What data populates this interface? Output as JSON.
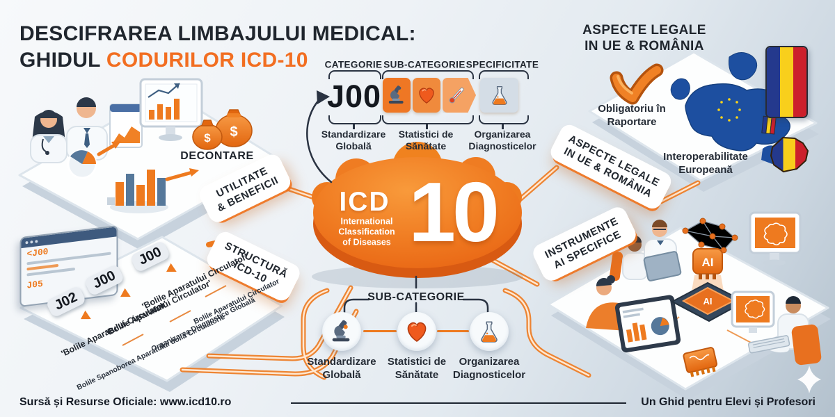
{
  "title": {
    "line1": "DESCIFRAREA LIMBAJULUI MEDICAL:",
    "line2_prefix": "GHIDUL ",
    "line2_highlight": "CODURILOR ICD-10"
  },
  "code_breakdown": {
    "code": "J00",
    "columns": [
      {
        "label": "CATEGORIE",
        "caption_line1": "Standardizare",
        "caption_line2": "Globală"
      },
      {
        "label": "SUB-CATEGORIE",
        "caption_line1": "Statistici de",
        "caption_line2": "Sănătate"
      },
      {
        "label": "SPECIFICITATE",
        "caption_line1": "Organizarea",
        "caption_line2": "Diagnosticelor"
      }
    ]
  },
  "legal": {
    "heading_line1": "ASPECTE LEGALE",
    "heading_line2": "IN UE & ROMÂNIA",
    "check_caption_line1": "Obligatoriu în",
    "check_caption_line2": "Raportare",
    "map_caption_line1": "Interoperabilitate",
    "map_caption_line2": "Europeană"
  },
  "center": {
    "icd": "ICD",
    "ten": "10",
    "sub1": "International",
    "sub2": "Classification",
    "sub3": "of Diseases"
  },
  "ribbons": {
    "utilitate_line1": "UTILITATE",
    "utilitate_line2": "& BENEFICII",
    "structura_line1": "STRUCTURĂ",
    "structura_line2": "ICD-10",
    "aspecte_line1": "ASPECTE LEGALE",
    "aspecte_line2": "IN UE & ROMÂNIA",
    "instrumente_line1": "INSTRUMENTE",
    "instrumente_line2": "AI SPECIFICE"
  },
  "decontare_label": "DECONTARE",
  "money_symbol": "$",
  "structure": {
    "browser_line1": "<J00",
    "browser_line2": "J05",
    "rows": [
      {
        "code": "J00",
        "label": "'Bolile Aparatului Circulator'",
        "sub": "Bolile Aparatului Circulator"
      },
      {
        "code": "J00",
        "label": "'Bolile Aparatului Circulator'",
        "sub": "Organizarea Diagnostice Globală"
      },
      {
        "code": "J02",
        "label": "'Bolile Aparatului Circulator'",
        "sub": "Bolile Spanoborea Aparatului doila Circulatorie"
      }
    ]
  },
  "subcategory": {
    "heading": "SUB-CATEGORIE",
    "items": [
      {
        "icon": "microscope-icon",
        "caption_line1": "Standardizare",
        "caption_line2": "Globală"
      },
      {
        "icon": "heart-icon",
        "caption_line1": "Statistici de",
        "caption_line2": "Sănătate"
      },
      {
        "icon": "flask-icon",
        "caption_line1": "Organizarea",
        "caption_line2": "Diagnosticelor"
      }
    ]
  },
  "ai": {
    "floating_chip_label": "AI",
    "platform_chip_label": "AI"
  },
  "footer": {
    "source_prefix": "Sursă și Resurse Oficiale: ",
    "source_site": "www.icd10.ro",
    "credit": "Un Ghid pentru Elevi și Profesori"
  },
  "colors": {
    "accent": "#F26E21",
    "accent_dark": "#D85A12",
    "ink": "#20262E",
    "eu_blue": "#1D4FA0",
    "flag_blue": "#24398D",
    "flag_yellow": "#F8CF1C",
    "flag_red": "#CC202C"
  }
}
